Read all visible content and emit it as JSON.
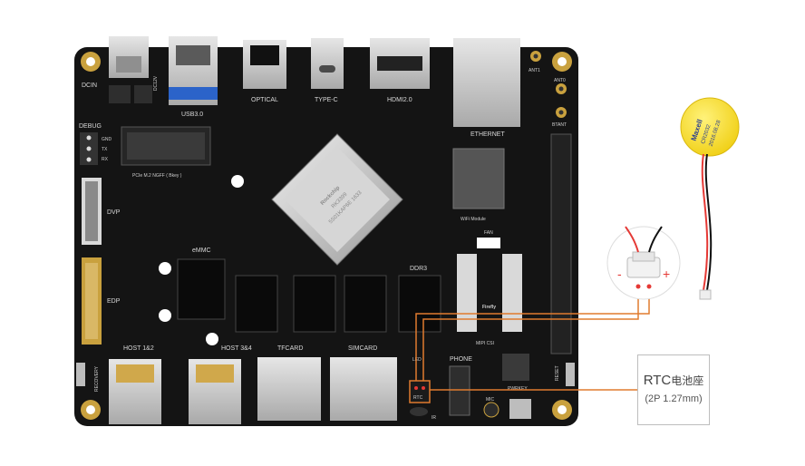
{
  "board": {
    "labels": {
      "dcin": "DCIN",
      "dc12v": "DC12V",
      "usb30": "USB3.0",
      "optical": "OPTICAL",
      "typec": "TYPE-C",
      "hdmi": "HDMI2.0",
      "ethernet": "ETHERNET",
      "ant1": "ANT1",
      "ant0": "ANT0",
      "btant": "BTANT",
      "debug": "DEBUG",
      "gnd": "GND",
      "tx": "TX",
      "rx": "RX",
      "pcie": "PCIe M.2 NGFF ( Bkey )",
      "dvp": "DVP",
      "edp": "EDP",
      "emmc": "eMMC",
      "ddr3": "DDR3",
      "wifi": "WiFi Module",
      "fan": "FAN",
      "mipi": "MIPI CSI",
      "host12": "HOST 1&2",
      "host34": "HOST 3&4",
      "tfcard": "TFCARD",
      "simcard": "SIMCARD",
      "phone": "PHONE",
      "led": "LED",
      "rtc": "RTC",
      "ir": "IR",
      "mic": "MIC",
      "pwrkey": "PWRKEY",
      "reset": "RESET",
      "recovery": "RECOVERY",
      "firefly": "Firefly"
    },
    "soc": {
      "brand": "Rockchip",
      "model": "RK3399",
      "code": "5S01KAP6E 1633"
    }
  },
  "battery": {
    "brand": "Maxell",
    "model": "CR2032",
    "date": "2016.08.28"
  },
  "connector": {
    "minus": "-",
    "plus": "+"
  },
  "callout": {
    "title_latin": "RTC",
    "title_cjk": "电池座",
    "subtitle": "(2P 1.27mm)"
  },
  "colors": {
    "board": "#141414",
    "leader": "#e07b2e",
    "callout_border": "#bdbdbd",
    "connector_pin": "#e53935",
    "battery": "#ffe43a"
  }
}
